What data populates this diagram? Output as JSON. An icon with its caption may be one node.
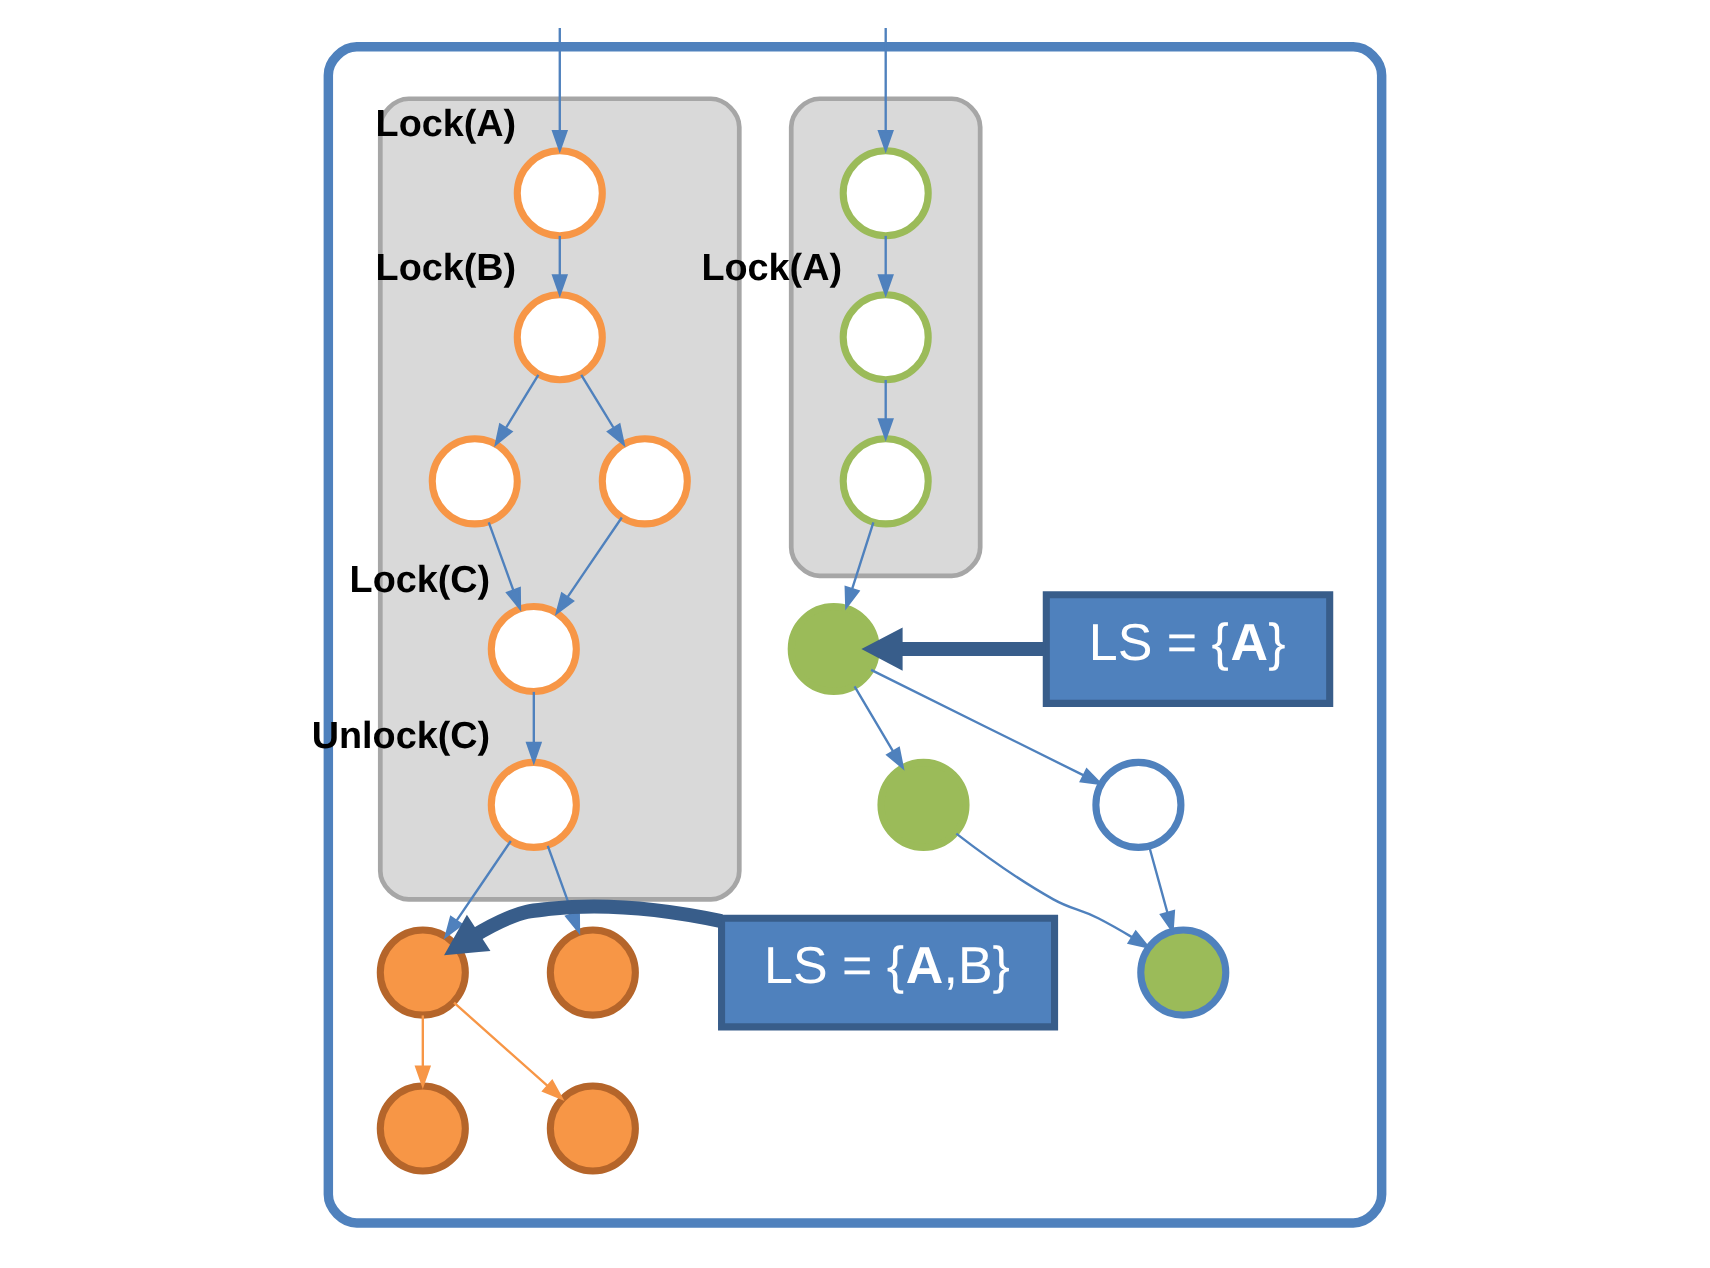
{
  "diagram": {
    "nodes": [
      {
        "text": [],
        "shape": "box"
      },
      {
        "text": [],
        "shape": "box",
        "in": 0
      },
      {
        "text": [],
        "shape": "circle",
        "in": 1,
        "beside": [
          "Lock(A)"
        ]
      },
      {
        "text": [],
        "shape": "circle",
        "in": 1,
        "beside": [
          "Lock(B)"
        ]
      },
      {
        "text": [],
        "shape": "circle",
        "in": 1
      },
      {
        "text": [],
        "shape": "circle",
        "in": 1
      },
      {
        "text": [],
        "shape": "circle",
        "in": 1,
        "beside": [
          "Lock(C)"
        ]
      },
      {
        "text": [],
        "shape": "circle",
        "in": 1,
        "beside": [
          "Unlock(C)"
        ]
      },
      {
        "text": [],
        "shape": "circle",
        "in": 0
      },
      {
        "text": [],
        "shape": "circle",
        "in": 0
      },
      {
        "text": [],
        "shape": "circle",
        "in": 0
      },
      {
        "text": [],
        "shape": "circle",
        "in": 0
      },
      {
        "text": [
          "LS = {**A**,B}"
        ],
        "in": 0
      },
      {
        "text": [],
        "shape": "box",
        "in": 0
      },
      {
        "text": [],
        "shape": "circle",
        "in": 13
      },
      {
        "text": [],
        "shape": "circle",
        "in": 13,
        "beside": [
          "Lock(A)"
        ]
      },
      {
        "text": [],
        "shape": "circle",
        "in": 13
      },
      {
        "text": [],
        "shape": "circle",
        "in": 0
      },
      {
        "text": [],
        "shape": "circle",
        "in": 0
      },
      {
        "text": [],
        "shape": "circle",
        "in": 0
      },
      {
        "text": [],
        "shape": "circle",
        "in": 0
      },
      {
        "text": [
          "LS = {**A**}"
        ],
        "in": 0
      }
    ],
    "edges": [
      {
        "from": null,
        "to": 2,
        "arrow": "to"
      },
      {
        "from": 2,
        "to": 3,
        "arrow": "to"
      },
      {
        "from": 3,
        "to": 4,
        "arrow": "to"
      },
      {
        "from": 3,
        "to": 5,
        "arrow": "to"
      },
      {
        "from": 4,
        "to": 6,
        "arrow": "to"
      },
      {
        "from": 5,
        "to": 6,
        "arrow": "to"
      },
      {
        "from": 6,
        "to": 7,
        "arrow": "to"
      },
      {
        "from": 7,
        "to": 8,
        "arrow": "to"
      },
      {
        "from": 7,
        "to": 11,
        "arrow": "to"
      },
      {
        "from": 8,
        "to": 9,
        "arrow": "to",
        "color": "#f79646"
      },
      {
        "from": 8,
        "to": 10,
        "arrow": "to",
        "color": "#f79646"
      },
      {
        "from": 12,
        "to": 8,
        "arrow": "to",
        "style": "thick"
      },
      {
        "from": null,
        "to": 14,
        "arrow": "to"
      },
      {
        "from": 14,
        "to": 15,
        "arrow": "to"
      },
      {
        "from": 15,
        "to": 16,
        "arrow": "to"
      },
      {
        "from": 16,
        "to": 17,
        "arrow": "to"
      },
      {
        "from": 17,
        "to": 19,
        "arrow": "to"
      },
      {
        "from": 17,
        "to": 18,
        "arrow": "to"
      },
      {
        "from": 19,
        "to": 20,
        "arrow": "to"
      },
      {
        "from": 18,
        "to": 20,
        "arrow": "to"
      },
      {
        "from": 21,
        "to": 17,
        "arrow": "to",
        "style": "thick"
      }
    ]
  }
}
